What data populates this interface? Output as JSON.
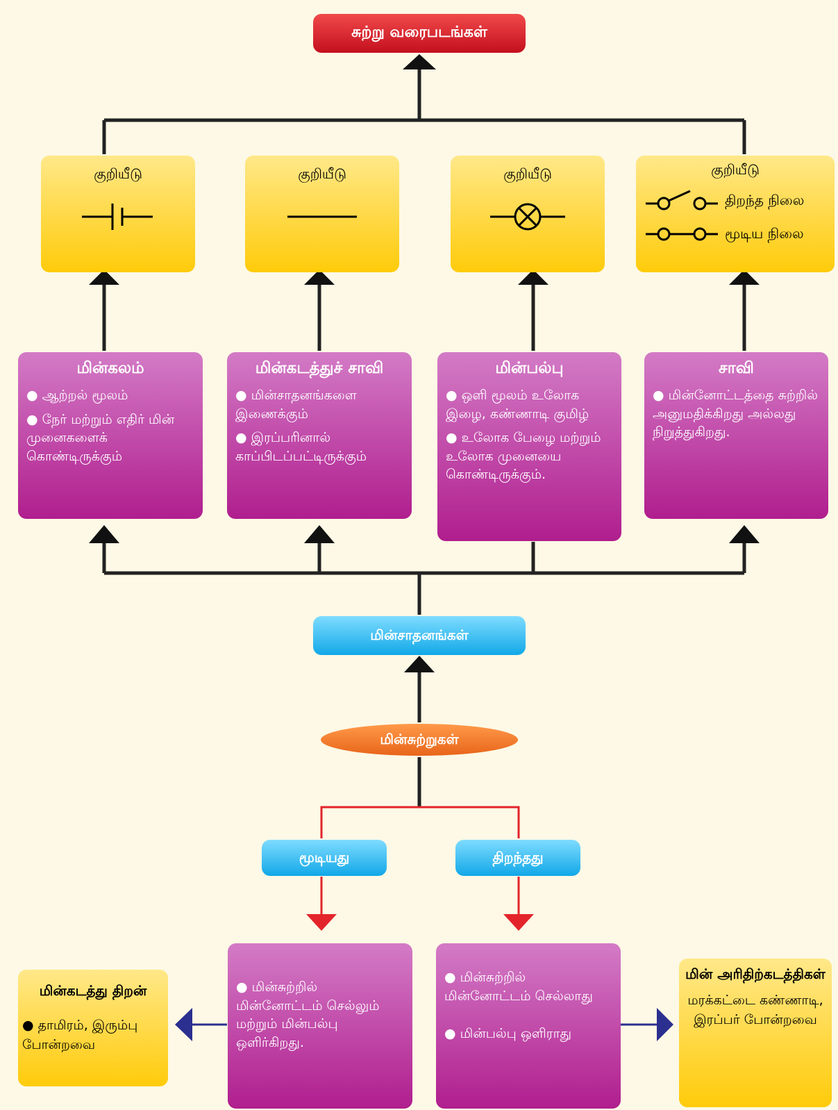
{
  "top": {
    "title": "சுற்று வரைபடங்கள்"
  },
  "symbols": [
    {
      "label": "குறியீடு",
      "icon": "battery-symbol-icon"
    },
    {
      "label": "குறியீடு",
      "icon": "wire-symbol-icon"
    },
    {
      "label": "குறியீடு",
      "icon": "bulb-symbol-icon"
    },
    {
      "label": "குறியீடு",
      "icon": "switch-symbol-icon",
      "open_label": "திறந்த நிலை",
      "closed_label": "மூடிய நிலை"
    }
  ],
  "components": [
    {
      "title": "மின்கலம்",
      "points": [
        "● ஆற்றல் மூலம்",
        "● நேர் மற்றும் எதிர் மின் முனைகளைக் கொண்டிருக்கும்"
      ]
    },
    {
      "title": "மின்கடத்துச் சாவி",
      "points": [
        "● மின்சாதனங்களை இணைக்கும்",
        "● இரப்பரினால் காப்பிடப்பட்டிருக்கும்"
      ]
    },
    {
      "title": "மின்பல்பு",
      "points": [
        "● ஒளி மூலம் உலோக இழை, கண்ணாடி குமிழ்",
        "● உலோக பேழை மற்றும் உலோக முனையை கொண்டிருக்கும்."
      ]
    },
    {
      "title": "சாவி",
      "points": [
        "● மின்னோட்டத்தை சுற்றில் அனுமதிக்கிறது அல்லது நிறுத்துகிறது."
      ]
    }
  ],
  "devices": {
    "label": "மின்சாதனங்கள்"
  },
  "circuits": {
    "label": "மின்சுற்றுகள்"
  },
  "closed": {
    "label": "மூடியது",
    "points": [
      "● மின்சுற்றில் மின்னோட்டம் செல்லும் மற்றும் மின்பல்பு ஒளிர்கிறது."
    ]
  },
  "open": {
    "label": "திறந்தது",
    "points": [
      "● மின்சுற்றில் மின்னோட்டம் செல்லாது",
      "● மின்பல்பு ஒளிராது"
    ]
  },
  "conductors": {
    "title": "மின்கடத்து திறன்",
    "text": "● தாமிரம், இரும்பு போன்றவை"
  },
  "insulators": {
    "title": "மின் அரிதிற்கடத்திகள்",
    "text": "மரக்கட்டை கண்ணாடி, இரப்பர் போன்றவை"
  },
  "colors": {
    "red_box": "#d61d2a",
    "blue_box": "#22b2ef",
    "orange_oval": "#f07a2a",
    "yellow_box": "#ffd21f",
    "purple_box": "#c0409f",
    "red_arrow": "#e3242b",
    "blue_arrow": "#2b2f8f"
  }
}
